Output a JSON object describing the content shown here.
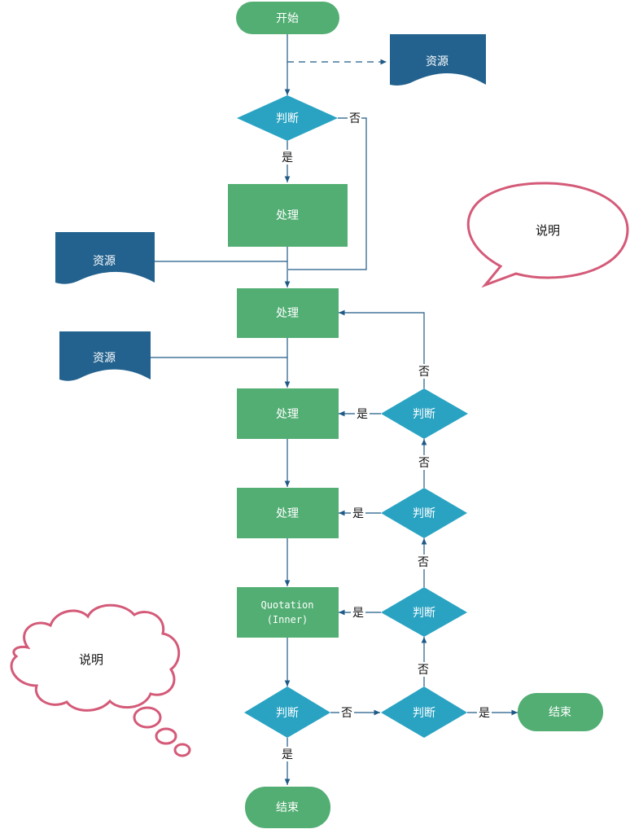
{
  "colors": {
    "process": "#52ae73",
    "decision": "#2aa3c3",
    "resource": "#23628f",
    "connector": "#1f5a87",
    "note_stroke": "#d45a78"
  },
  "nodes": {
    "start": "开始",
    "resource_1": "资源",
    "decision_1": "判断",
    "process_1": "处理",
    "resource_2": "资源",
    "process_2": "处理",
    "resource_3": "资源",
    "process_3": "处理",
    "process_4": "处理",
    "process_5_line1": "Quotation",
    "process_5_line2": "(Inner)",
    "decision_2": "判断",
    "decision_3": "判断",
    "decision_4": "判断",
    "decision_5": "判断",
    "decision_6": "判断",
    "end_1": "结束",
    "end_2": "结束",
    "note_speech": "说明",
    "note_thought": "说明"
  },
  "edge_labels": {
    "d1_no": "否",
    "d1_yes": "是",
    "d2_yes": "是",
    "d2_no": "否",
    "d3_yes": "是",
    "d3_no": "否",
    "d4_yes": "是",
    "d4_no": "否",
    "d5_no": "否",
    "d5_yes": "是",
    "d6_yes": "是"
  }
}
